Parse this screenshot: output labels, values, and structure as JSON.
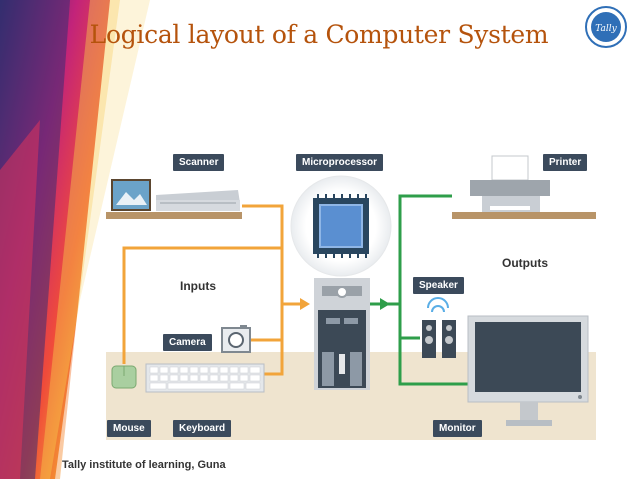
{
  "title": "Logical layout of a Computer System",
  "footer": "Tally institute of learning, Guna",
  "logo_text": "Tally",
  "sections": {
    "inputs": "Inputs",
    "outputs": "Outputs"
  },
  "labels": {
    "scanner": "Scanner",
    "microprocessor": "Microprocessor",
    "printer": "Printer",
    "speaker": "Speaker",
    "camera": "Camera",
    "mouse": "Mouse",
    "keyboard": "Keyboard",
    "monitor": "Monitor"
  },
  "colors": {
    "title": "#b5530c",
    "input_lines": "#f2a43a",
    "output_lines": "#2e9e4a",
    "label_bg": "#3b4a5c",
    "desk": "#efe4cf",
    "shelf": "#b89468"
  },
  "icons": [
    "picture-icon",
    "scanner-icon",
    "chip-icon",
    "computer-tower-icon",
    "printer-icon",
    "speaker-icon",
    "camera-icon",
    "mouse-icon",
    "keyboard-icon",
    "monitor-icon",
    "tally-logo-icon"
  ]
}
